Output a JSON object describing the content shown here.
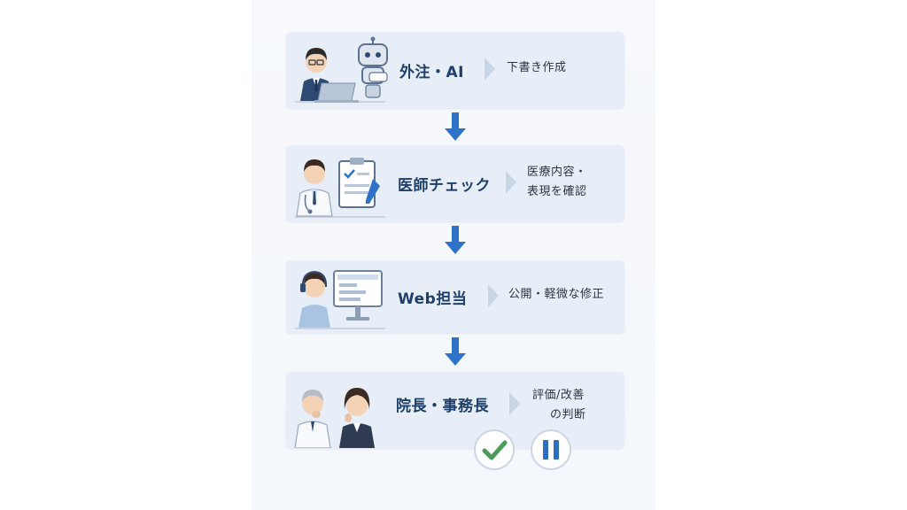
{
  "steps": [
    {
      "role": "外注・AI",
      "desc_lines": [
        "下書き作成"
      ],
      "illustration": "person-with-laptop-and-robot-icon"
    },
    {
      "role": "医師チェック",
      "desc_lines": [
        "医療内容・",
        "表現を確認"
      ],
      "illustration": "doctor-with-clipboard-icon"
    },
    {
      "role": "Web担当",
      "desc_lines": [
        "公開・軽微な修正"
      ],
      "illustration": "web-staff-at-monitor-icon"
    },
    {
      "role": "院長・事務長",
      "desc_lines": [
        "評価/改善",
        "の判断"
      ],
      "illustration": "director-and-manager-icon"
    }
  ],
  "badges": [
    {
      "icon": "checkmark-icon",
      "color": "#4a9a5a"
    },
    {
      "icon": "pause-icon",
      "color": "#2d6fc0"
    }
  ],
  "colors": {
    "arrow": "#2f73c9",
    "card": "#e7eef7",
    "role_text": "#1f3f6b"
  }
}
